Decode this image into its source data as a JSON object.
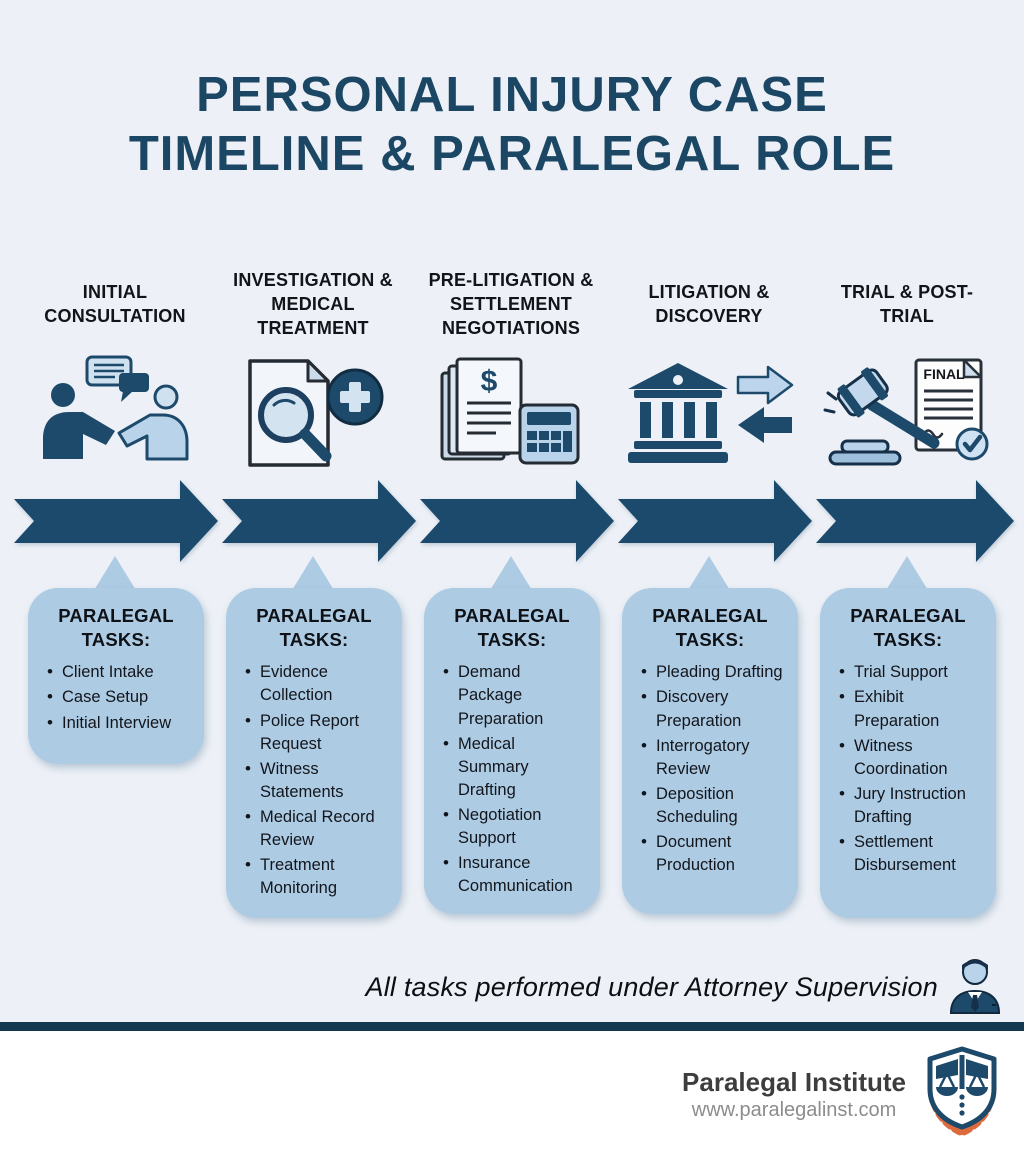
{
  "title": {
    "line1": "PERSONAL INJURY CASE",
    "line2": "TIMELINE & PARALEGAL ROLE"
  },
  "stages": [
    {
      "label": "INITIAL CONSULTATION",
      "icon": "handshake-consultation-icon",
      "tasks_heading": "PARALEGAL TASKS:",
      "tasks": [
        "Client Intake",
        "Case Setup",
        "Initial Interview"
      ]
    },
    {
      "label": "INVESTIGATION & MEDICAL TREATMENT",
      "icon": "document-magnifier-medical-icon",
      "tasks_heading": "PARALEGAL TASKS:",
      "tasks": [
        "Evidence Collection",
        "Police Report Request",
        "Witness Statements",
        "Medical Record Review",
        "Treatment Monitoring"
      ]
    },
    {
      "label": "PRE-LITIGATION & SETTLEMENT NEGOTIATIONS",
      "icon": "settlement-documents-calculator-icon",
      "icon_symbol": "$",
      "tasks_heading": "PARALEGAL TASKS:",
      "tasks": [
        "Demand Package Preparation",
        "Medical Summary Drafting",
        "Negotiation Support",
        "Insurance Communication"
      ]
    },
    {
      "label": "LITIGATION & DISCOVERY",
      "icon": "courthouse-exchange-arrows-icon",
      "tasks_heading": "PARALEGAL TASKS:",
      "tasks": [
        "Pleading Drafting",
        "Discovery Preparation",
        "Interrogatory Review",
        "Deposition Scheduling",
        "Document Production"
      ]
    },
    {
      "label": "TRIAL & POST-TRIAL",
      "icon": "gavel-final-judgment-icon",
      "icon_label": "FINAL",
      "tasks_heading": "PARALEGAL TASKS:",
      "tasks": [
        "Trial Support",
        "Exhibit Preparation",
        "Witness Coordination",
        "Jury Instruction Drafting",
        "Settlement Disbursement"
      ]
    }
  ],
  "note": "All tasks performed under Attorney Supervision",
  "footer": {
    "org_name": "Paralegal Institute",
    "website": "www.paralegalinst.com"
  },
  "colors": {
    "background": "#edf1f7",
    "navy": "#1b4a6d",
    "title_navy": "#1c4764",
    "light_blue_box": "#aecbe4",
    "icon_light_blue": "#bdd5ea",
    "accent_orange": "#dd6a3d",
    "footer_bar_navy": "#14384f",
    "footer_background": "#ffffff"
  }
}
